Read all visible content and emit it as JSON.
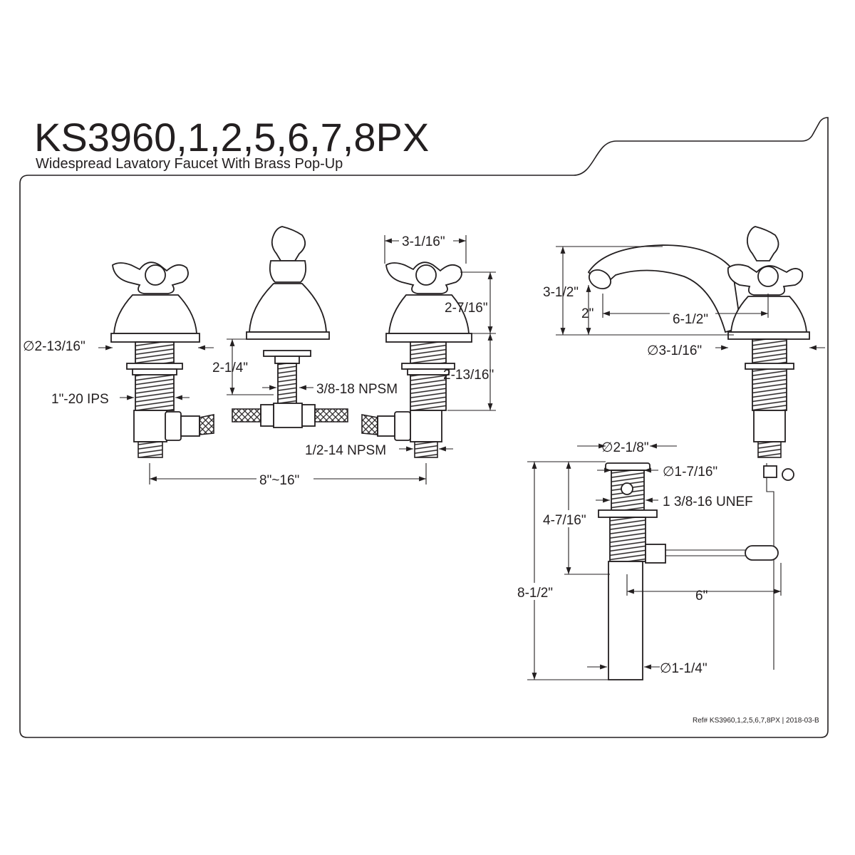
{
  "title": "KS3960,1,2,5,6,7,8PX",
  "subtitle": "Widespread Lavatory Faucet With Brass Pop-Up",
  "reference": "Ref# KS3960,1,2,5,6,7,8PX | 2018-03-B",
  "dimensions": {
    "handle_flange_diameter": "∅2-13/16\"",
    "handle_thread": "1\"-20 IPS",
    "spout_shank_length": "2-1/4\"",
    "spout_thread": "3/8-18 NPSM",
    "handle_width": "3-1/16\"",
    "handle_height": "2-7/16\"",
    "shank_length": "2-13/16\"",
    "valve_outlet_thread": "1/2-14 NPSM",
    "center_spread": "8\"~16\"",
    "spout_height": "3-1/2\"",
    "spout_clearance": "2\"",
    "spout_reach": "6-1/2\"",
    "spout_base_diameter": "∅3-1/16\"",
    "drain_flange_diameter": "∅2-1/8\"",
    "drain_opening_diameter": "∅1-7/16\"",
    "drain_thread": "1 3/8-16 UNEF",
    "drain_body_height": "4-7/16\"",
    "drain_total_height": "8-1/2\"",
    "pivot_rod_length": "6\"",
    "tailpiece_diameter": "∅1-1/4\""
  }
}
